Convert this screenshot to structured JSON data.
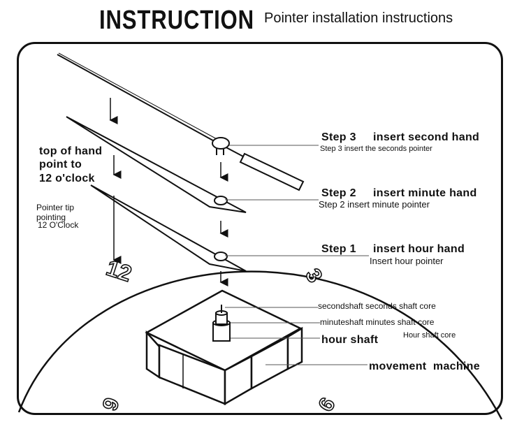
{
  "header": {
    "title": "INSTRUCTION",
    "subtitle": "Pointer installation instructions"
  },
  "left_labels": {
    "top_of_hand": [
      "top of hand",
      "point to",
      "12 o'clock"
    ],
    "pointer_tip": [
      "Pointer tip",
      "pointing",
      "12 O'Clock"
    ]
  },
  "steps": [
    {
      "step": "Step 3",
      "action": "insert second hand",
      "caption": "Step 3 insert the seconds pointer"
    },
    {
      "step": "Step 2",
      "action": "insert minute hand",
      "caption": "Step 2 insert minute pointer"
    },
    {
      "step": "Step 1",
      "action": "insert hour hand",
      "caption": "Insert hour pointer"
    }
  ],
  "parts": {
    "second_shaft": "secondshaft seconds shaft core",
    "minute_shaft": "minuteshaft minutes shaft core",
    "hour_shaft": "hour shaft",
    "hour_shaft_caption": "Hour shaft core",
    "movement": "movement  machine"
  },
  "dial_numbers": {
    "twelve": "12",
    "three": "3",
    "nine": "9",
    "six": "6"
  }
}
